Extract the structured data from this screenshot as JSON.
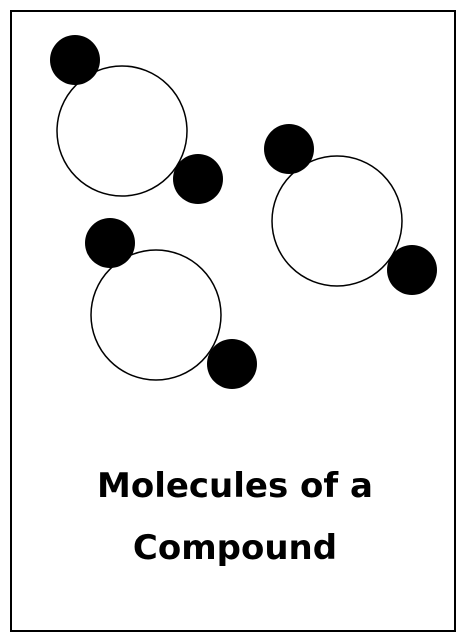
{
  "caption": {
    "line1": "Molecules of a",
    "line2": "Compound"
  },
  "colors": {
    "large_atom_fill": "#ffffff",
    "large_atom_stroke": "#000000",
    "small_atom_fill": "#000000",
    "border": "#000000",
    "background": "#ffffff"
  },
  "molecules": [
    {
      "name": "molecule-1",
      "large_atoms": 1,
      "small_atoms": 2
    },
    {
      "name": "molecule-2",
      "large_atoms": 1,
      "small_atoms": 2
    },
    {
      "name": "molecule-3",
      "large_atoms": 1,
      "small_atoms": 2
    }
  ]
}
